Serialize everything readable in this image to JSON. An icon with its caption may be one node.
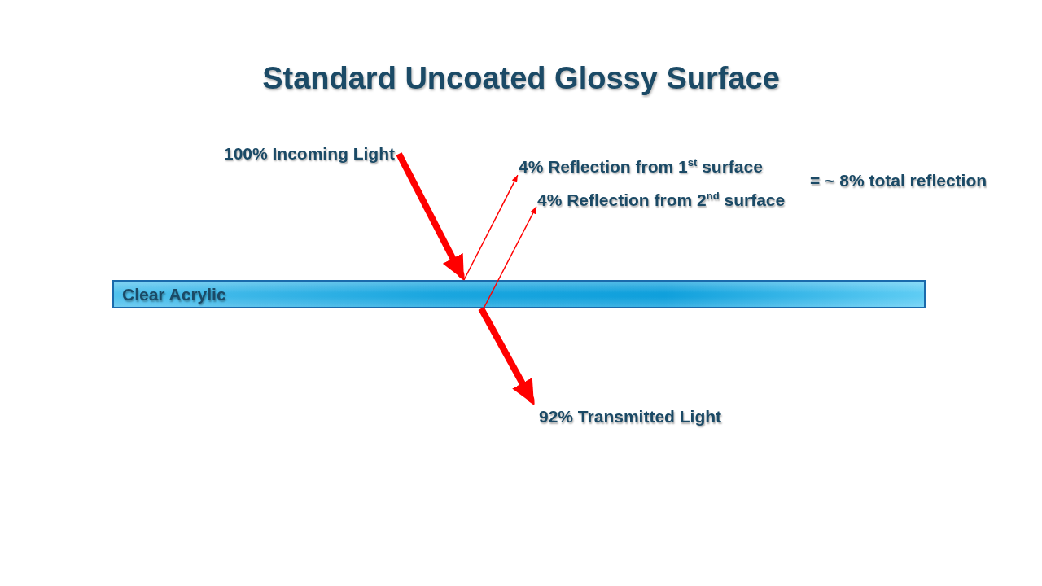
{
  "diagram": {
    "title": "Standard Uncoated Glossy Surface",
    "nodes": [
      {
        "text": [
          "Clear Acrylic"
        ]
      },
      {
        "text": [
          "100% Incoming Light"
        ]
      },
      {
        "text": [
          "4% Reflection from 1$^{st}$ surface"
        ]
      },
      {
        "text": [
          "4% Reflection from 2$^{nd}$ surface"
        ]
      },
      {
        "text": [
          "92% Transmitted Light"
        ]
      }
    ],
    "edges": [
      {
        "from": 1,
        "to": 0,
        "arrow": "to",
        "style": "thick"
      },
      {
        "from": 0,
        "to": 2,
        "arrow": "to"
      },
      {
        "from": 0,
        "to": 3,
        "arrow": "to"
      },
      {
        "from": 0,
        "to": 4,
        "arrow": "to",
        "style": "thick"
      }
    ],
    "labels": [
      "= ~ 8% total reflection"
    ]
  }
}
